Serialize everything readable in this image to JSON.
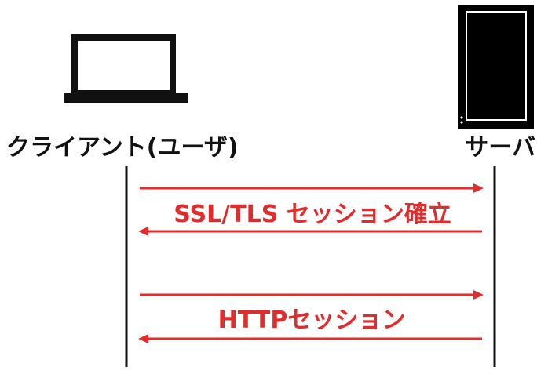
{
  "actors": {
    "client": {
      "label": "クライアント(ユーザ)",
      "icon": "laptop-icon"
    },
    "server": {
      "label": "サーバ",
      "icon": "server-icon"
    }
  },
  "messages": [
    {
      "label": "SSL/TLS  セッション確立",
      "arrows": [
        "client-to-server",
        "server-to-client"
      ]
    },
    {
      "label": "HTTPセッション",
      "arrows": [
        "client-to-server",
        "server-to-client"
      ]
    }
  ],
  "colors": {
    "accent": "#e22c2c",
    "ink": "#111111",
    "background": "#ffffff"
  }
}
